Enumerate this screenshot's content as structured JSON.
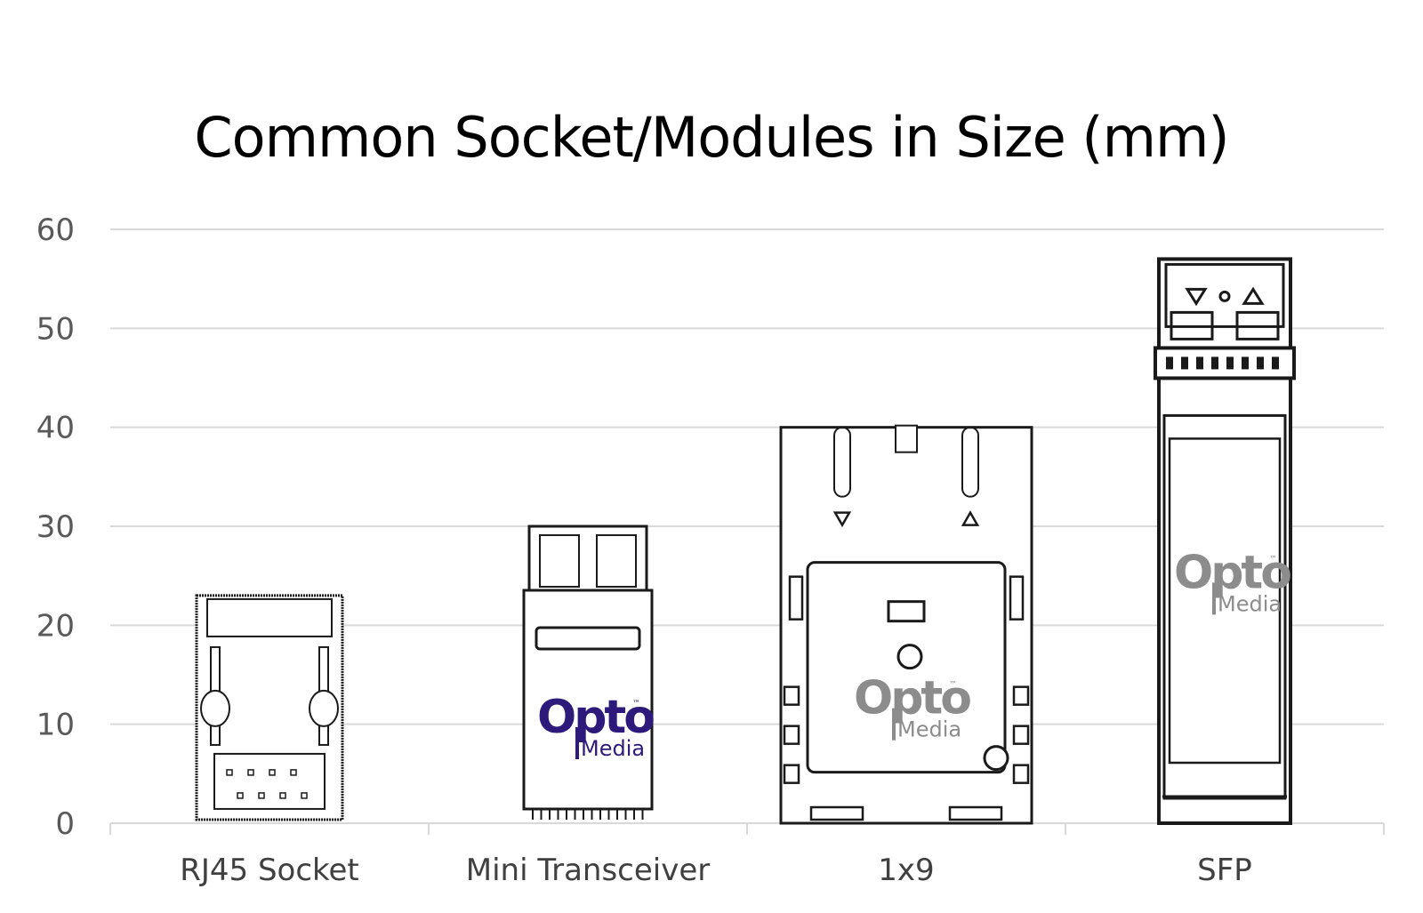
{
  "chart_data": {
    "type": "bar",
    "title": "Common Socket/Modules in Size (mm)",
    "categories": [
      "RJ45 Socket",
      "Mini Transceiver",
      "1x9",
      "SFP"
    ],
    "values": [
      23,
      30,
      40,
      57
    ],
    "ylim": [
      0,
      60
    ],
    "yticks": [
      0,
      10,
      20,
      30,
      40,
      50,
      60
    ],
    "grid": true,
    "legend": "none",
    "xlabel": "",
    "ylabel": "",
    "colors": {
      "grid": "#d9d9d9",
      "axis": "#d9d9d9",
      "tick_text": "#595959",
      "outline": "#1a1a1a",
      "logo_purple": "#2e1a7a",
      "logo_gray": "#8c8c8c"
    },
    "logo": {
      "brand": "Opto",
      "sub": "Media",
      "mark": "™"
    }
  }
}
